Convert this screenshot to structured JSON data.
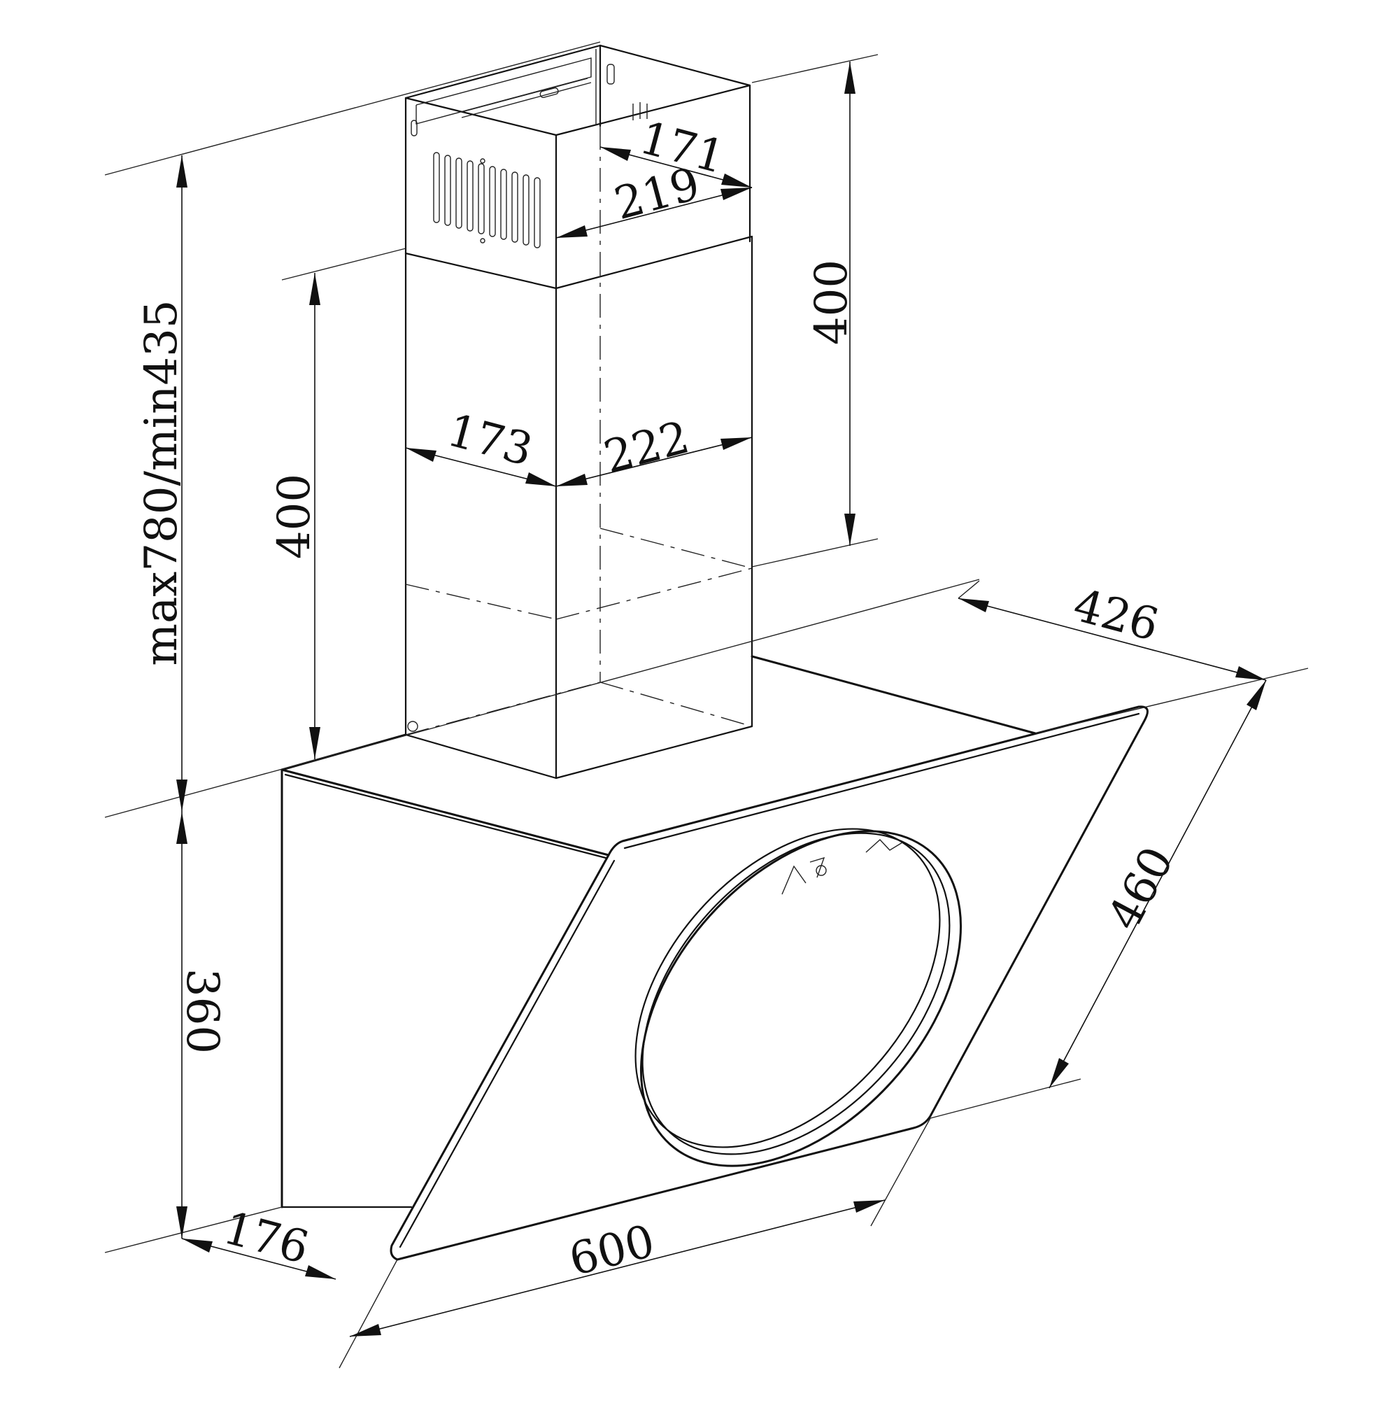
{
  "diagram": {
    "colors": {
      "line": "#111111",
      "background": "#ffffff"
    },
    "dimensions": {
      "total_height": "max780/min435",
      "chimney_upper_height": "400",
      "chimney_lower_height": "400",
      "upper_depth_inner": "171",
      "upper_width_inner": "219",
      "lower_depth": "173",
      "lower_width": "222",
      "hood_depth": "426",
      "glass_height": "460",
      "body_height": "360",
      "body_depth": "176",
      "hood_width": "600"
    }
  }
}
